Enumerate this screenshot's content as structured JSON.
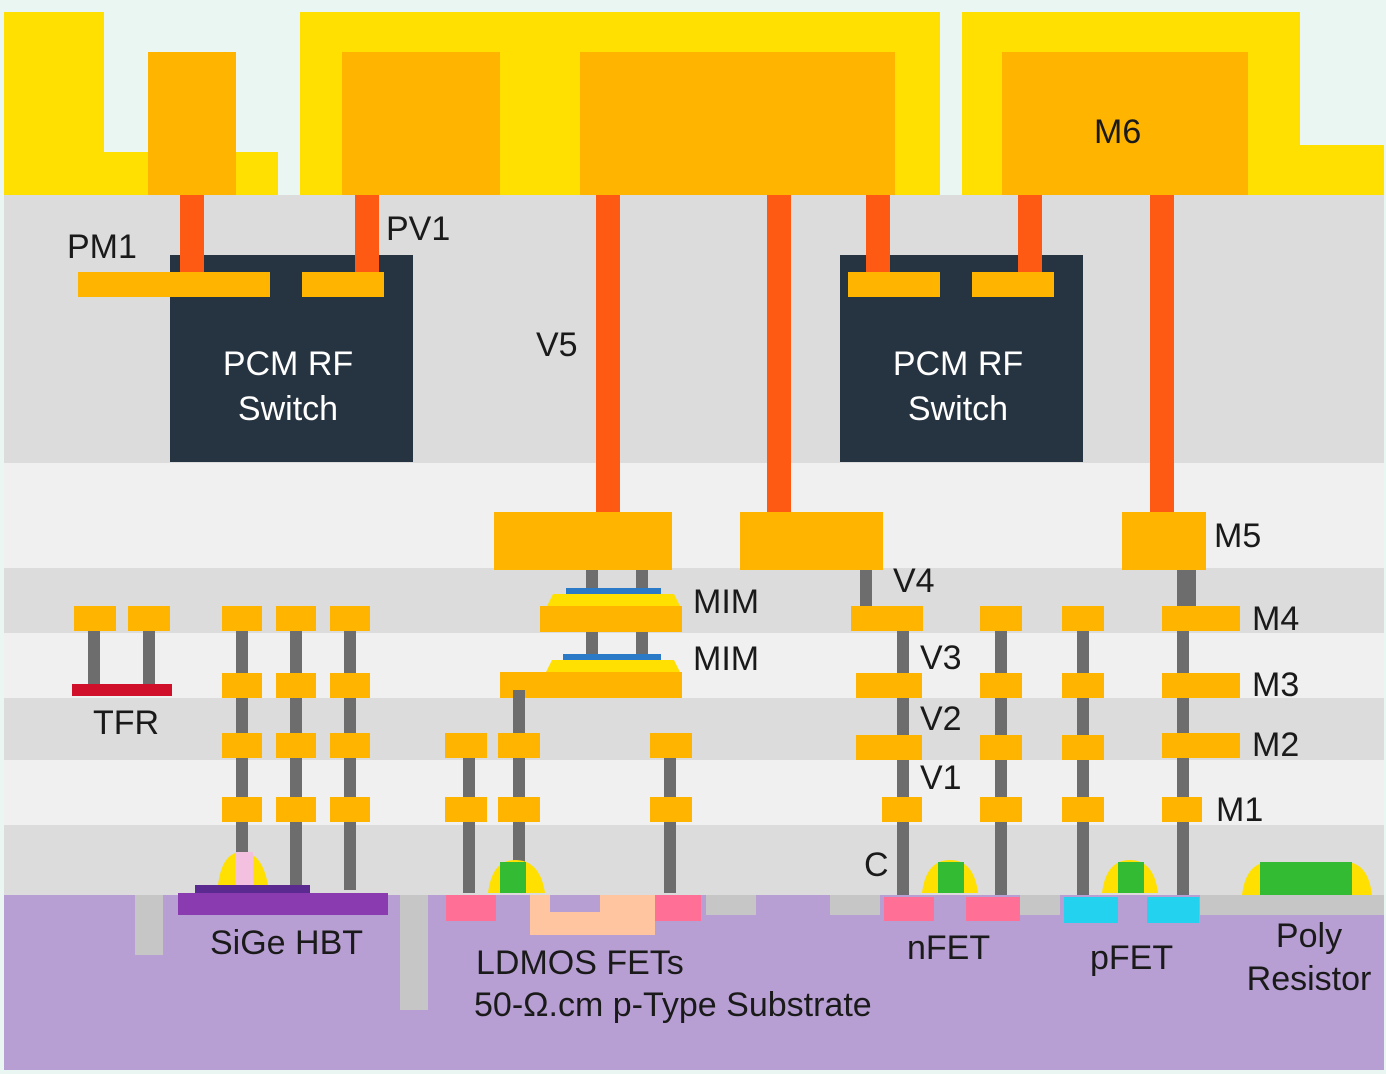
{
  "labels": {
    "m6": "M6",
    "pm1": "PM1",
    "pv1": "PV1",
    "v5": "V5",
    "pcm_left_line1": "PCM RF",
    "pcm_left_line2": "Switch",
    "pcm_right_line1": "PCM RF",
    "pcm_right_line2": "Switch",
    "m5": "M5",
    "v4": "V4",
    "mim_upper": "MIM",
    "mim_lower": "MIM",
    "m4": "M4",
    "v3": "V3",
    "m3": "M3",
    "v2": "V2",
    "m2": "M2",
    "v1": "V1",
    "m1": "M1",
    "c": "C",
    "tfr": "TFR",
    "sige_hbt": "SiGe HBT",
    "ldmos": "LDMOS FETs",
    "substrate": "50-Ω.cm p-Type Substrate",
    "nfet": "nFET",
    "pfet": "pFET",
    "poly_line1": "Poly",
    "poly_line2": "Resistor"
  },
  "colors": {
    "m6_yellow": "#ffe000",
    "metal_orange": "#ffb400",
    "via_red": "#ff5a14",
    "via_gray": "#6d6d6d",
    "pcm_dark": "#263340",
    "substrate_purple": "#b89fd3",
    "tfr_red": "#d0102a",
    "hbt_purple": "#8a3bb0",
    "nfet_pink": "#ff6f96",
    "pfet_cyan": "#22d2ee",
    "gate_green": "#33bb33",
    "mim_blue": "#2a7ac8",
    "ldmos_peach": "#ffc4a0"
  }
}
